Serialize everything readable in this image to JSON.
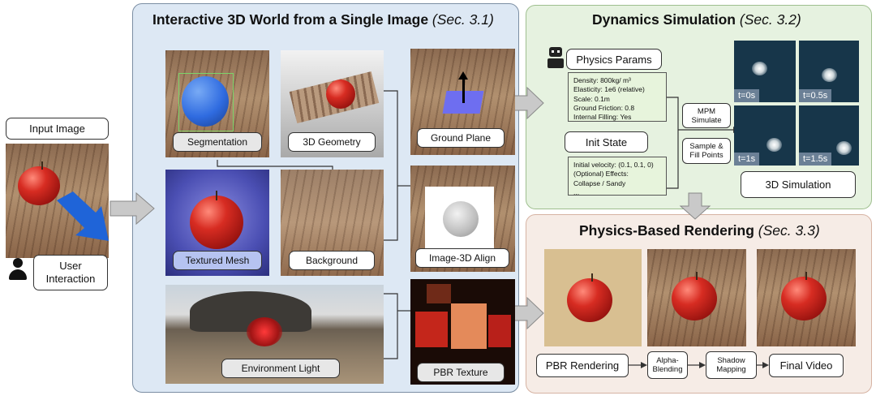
{
  "input": {
    "label": "Input Image",
    "user_label": "User\nInteraction"
  },
  "panel_world": {
    "title": "Interactive 3D World from a Single Image",
    "sec": "(Sec. 3.1)",
    "labels": {
      "segmentation": "Segmentation",
      "geometry": "3D Geometry",
      "ground_plane": "Ground Plane",
      "textured_mesh": "Textured Mesh",
      "background": "Background",
      "image_align": "Image-3D Align",
      "env_light": "Environment Light",
      "pbr_texture": "PBR Texture"
    }
  },
  "panel_dynamics": {
    "title": "Dynamics Simulation",
    "sec": "(Sec. 3.2)",
    "physics_params": "Physics Params",
    "params_lines": [
      "Density: 800kg/ m³",
      "Elasticity: 1e6 (relative)",
      "Scale: 0.1m",
      "Ground Friction: 0.8",
      "Internal Filling: Yes"
    ],
    "init_state": "Init State",
    "init_lines": [
      "Initial velocity: (0.1, 0.1, 0)",
      "(Optional) Effects:",
      "Collapse / Sandy",
      "..."
    ],
    "mpm": "MPM\nSimulate",
    "sample": "Sample &\nFill Points",
    "sim_label": "3D Simulation",
    "frames": [
      "t=0s",
      "t=0.5s",
      "t=1s",
      "t=1.5s"
    ]
  },
  "panel_render": {
    "title": "Physics-Based Rendering",
    "sec": "(Sec. 3.3)",
    "steps": [
      "PBR Rendering",
      "Alpha-\nBlending",
      "Shadow\nMapping",
      "Final Video"
    ]
  },
  "colors": {
    "panel_world": "#dde8f4",
    "panel_dynamics": "#e6f2e0",
    "panel_render": "#f6ece6",
    "arrow": "#c9c9c9",
    "blue_arrow": "#1f64d8",
    "sim_bg": "#17364a"
  }
}
